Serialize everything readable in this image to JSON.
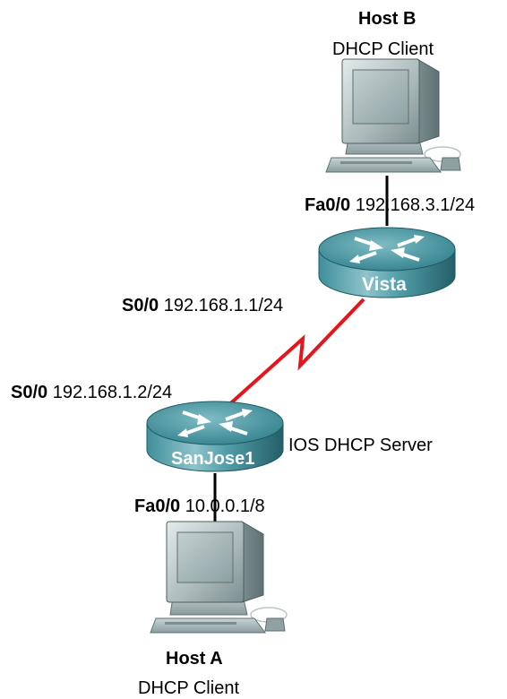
{
  "host_b": {
    "name": "Host B",
    "role": "DHCP Client"
  },
  "host_a": {
    "name": "Host A",
    "role": "DHCP Client"
  },
  "vista": {
    "name": "Vista",
    "fa0_0_interface": "Fa0/0",
    "fa0_0_ip": "192.168.3.1/24",
    "s0_0_interface": "S0/0",
    "s0_0_ip": "192.168.1.1/24"
  },
  "sanjose1": {
    "name": "SanJose1",
    "role": "IOS DHCP Server",
    "s0_0_interface": "S0/0",
    "s0_0_ip": "192.168.1.2/24",
    "fa0_0_interface": "Fa0/0",
    "fa0_0_ip": "10.0.0.1/8"
  },
  "colors": {
    "serial_link": "#e8141c",
    "ethernet_link": "#000000",
    "router_body": "#2f7f8c"
  }
}
